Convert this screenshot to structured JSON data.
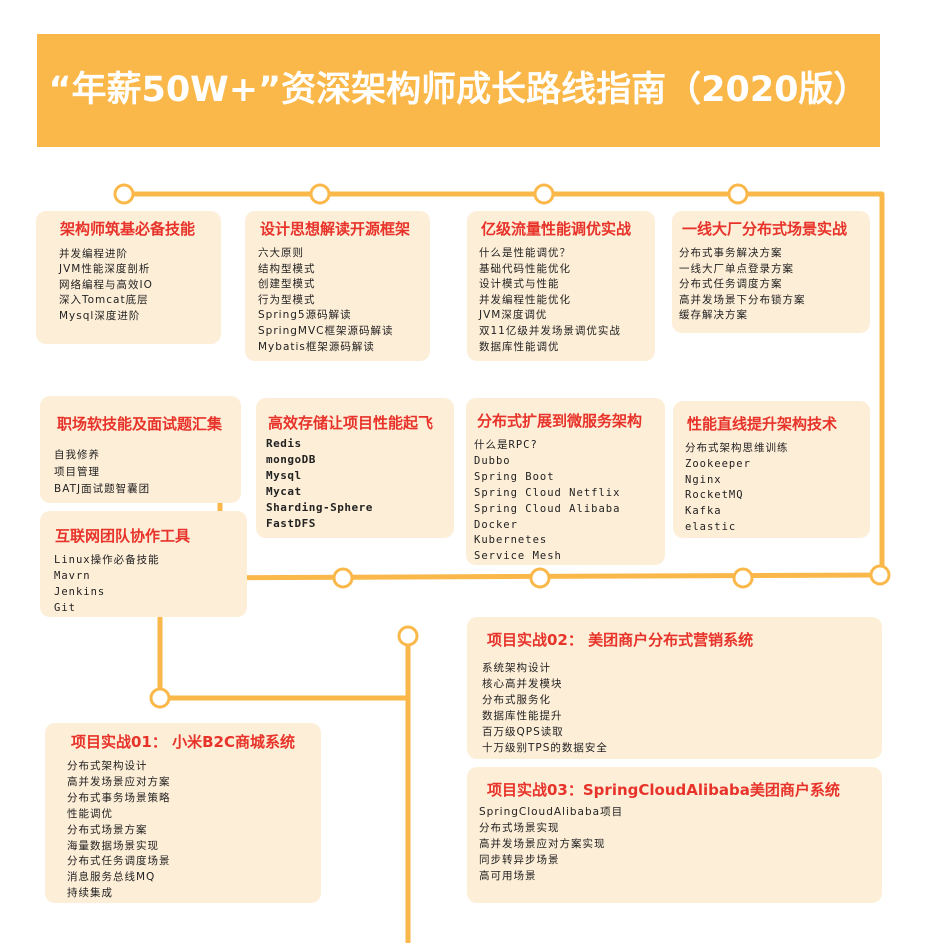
{
  "header": {
    "title": "“年薪50W+”资深架构师成长路线指南（2020版）"
  },
  "colors": {
    "banner": "#fbb84a",
    "rail": "#fbb84a",
    "card_bg": "#fdeed8",
    "title_red": "#e8332a"
  },
  "cards": {
    "c1": {
      "title": "架构师筑基必备技能",
      "items": [
        "并发编程进阶",
        "JVM性能深度剖析",
        "网络编程与高效IO",
        "深入Tomcat底层",
        "Mysql深度进阶"
      ]
    },
    "c2": {
      "title": "设计思想解读开源框架",
      "items": [
        "六大原则",
        "结构型模式",
        "创建型模式",
        "行为型模式",
        "Spring5源码解读",
        "SpringMVC框架源码解读",
        "Mybatis框架源码解读"
      ]
    },
    "c3": {
      "title": "亿级流量性能调优实战",
      "items": [
        "什么是性能调优？",
        "基础代码性能优化",
        "设计模式与性能",
        "并发编程性能优化",
        "JVM深度调优",
        "双11亿级并发场景调优实战",
        "数据库性能调优"
      ]
    },
    "c4": {
      "title": "一线大厂分布式场景实战",
      "items": [
        "分布式事务解决方案",
        "一线大厂单点登录方案",
        "分布式任务调度方案",
        "高并发场景下分布锁方案",
        "缓存解决方案"
      ]
    },
    "c5": {
      "title": "职场软技能及面试题汇集",
      "items": [
        "自我修养",
        "项目管理",
        "BATJ面试题智囊团"
      ]
    },
    "c6": {
      "title": "高效存储让项目性能起飞",
      "items": [
        "Redis",
        "mongoDB",
        "Mysql",
        "Mycat",
        "Sharding-Sphere",
        "FastDFS"
      ]
    },
    "c7": {
      "title": "分布式扩展到微服务架构",
      "items": [
        "什么是RPC?",
        "Dubbo",
        "Spring Boot",
        "Spring Cloud Netflix",
        "Spring Cloud Alibaba",
        "Docker",
        "Kubernetes",
        "Service Mesh"
      ]
    },
    "c8": {
      "title": "性能直线提升架构技术",
      "items": [
        "分布式架构思维训练",
        "Zookeeper",
        "Nginx",
        "RocketMQ",
        "Kafka",
        "elastic"
      ]
    },
    "c9": {
      "title": "互联网团队协作工具",
      "items": [
        "Linux操作必备技能",
        "Mavrn",
        "Jenkins",
        "Git"
      ]
    },
    "c10": {
      "title": "项目实战02：  美团商户分布式营销系统",
      "items": [
        "系统架构设计",
        "核心高并发模块",
        "分布式服务化",
        "数据库性能提升",
        "百万级QPS读取",
        "十万级别TPS的数据安全"
      ]
    },
    "c11": {
      "title": "项目实战01：  小米B2C商城系统",
      "items": [
        "分布式架构设计",
        "高并发场景应对方案",
        "分布式事务场景策略",
        "性能调优",
        "分布式场景方案",
        "海量数据场景实现",
        "分布式任务调度场景",
        "消息服务总线MQ",
        "持续集成"
      ]
    },
    "c12": {
      "title": "项目实战03：SpringCloudAlibaba美团商户系统",
      "items": [
        "SpringCloudAlibaba项目",
        "分布式场景实现",
        "高并发场景应对方案实现",
        "同步转异步场景",
        "高可用场景"
      ]
    }
  }
}
